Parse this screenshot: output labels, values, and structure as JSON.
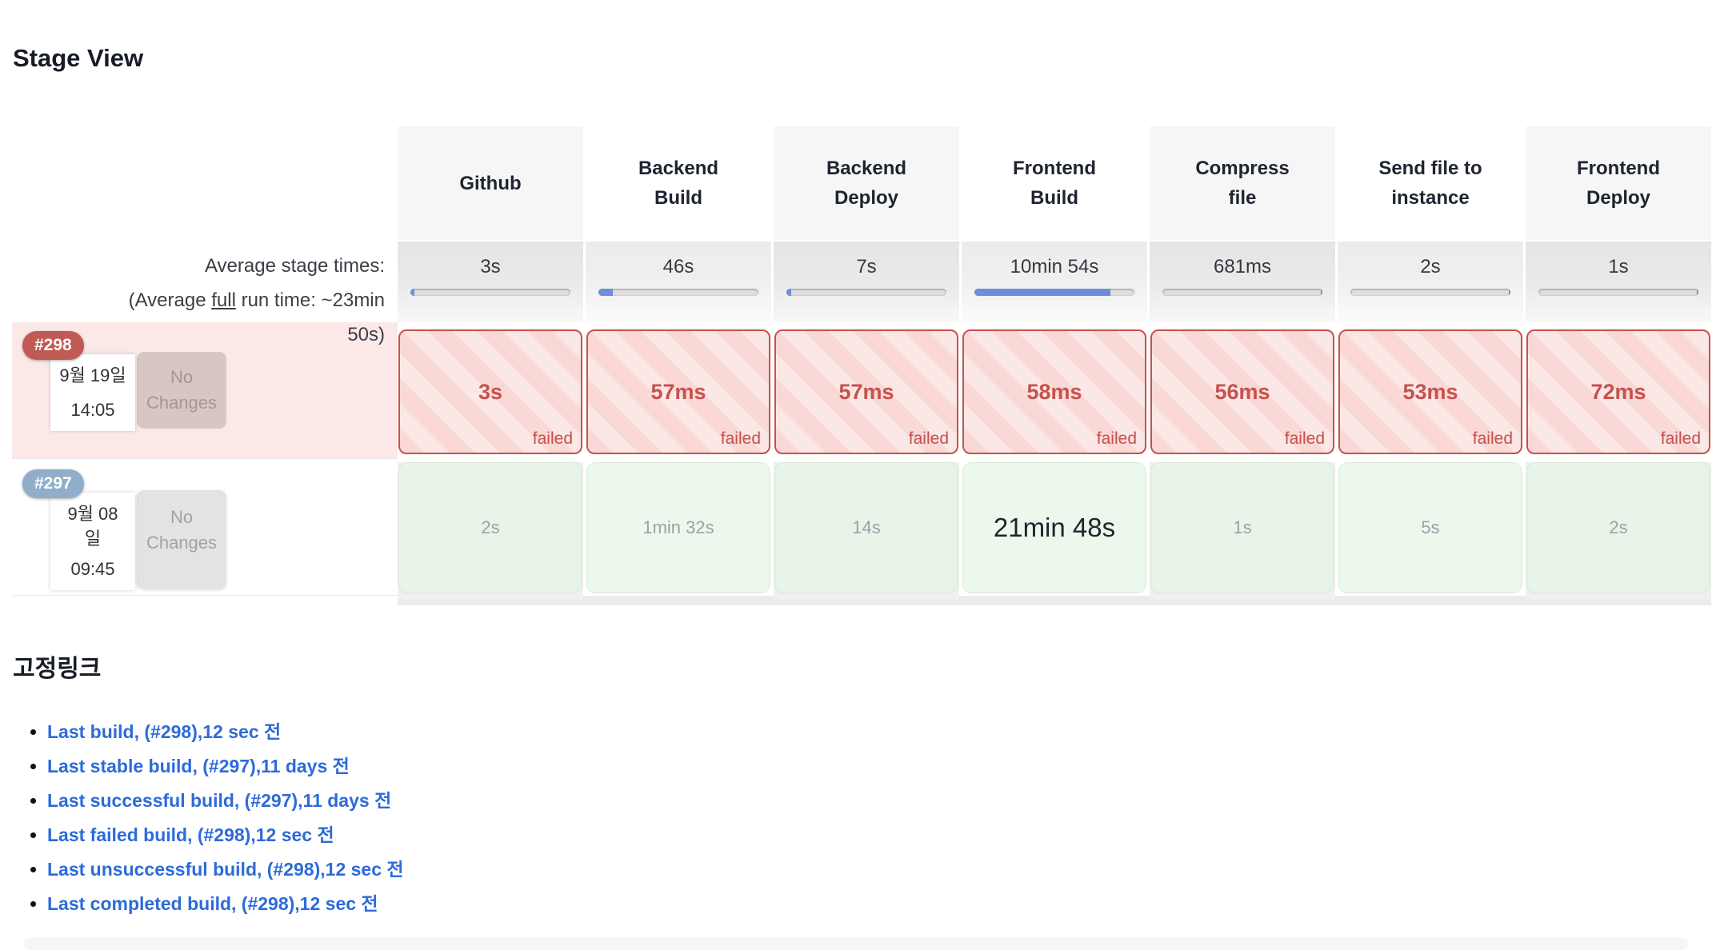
{
  "page": {
    "title": "Stage View"
  },
  "colors": {
    "failed_accent": "#c5524e",
    "failed_row_bg": "#fce9e7",
    "success_cell_bg": "#edf8ec",
    "badge_failed_bg": "#c05a55",
    "badge_success_bg": "#90aec9",
    "progress_blue": "#6d8ed9",
    "link_blue": "#2c6bd9"
  },
  "stage_table": {
    "columns": [
      {
        "lines": [
          "Github"
        ]
      },
      {
        "lines": [
          "Backend",
          "Build"
        ]
      },
      {
        "lines": [
          "Backend",
          "Deploy"
        ]
      },
      {
        "lines": [
          "Frontend",
          "Build"
        ]
      },
      {
        "lines": [
          "Compress",
          "file"
        ]
      },
      {
        "lines": [
          "Send file to",
          "instance"
        ]
      },
      {
        "lines": [
          "Frontend",
          "Deploy"
        ]
      }
    ],
    "average": {
      "caption_line1": "Average stage times:",
      "caption_line2_prefix": "(Average ",
      "caption_line2_underline": "full",
      "caption_line2_suffix": " run time: ~23min",
      "caption_line3": "50s)",
      "cells": [
        {
          "time": "3s",
          "progress_pct": 2.5,
          "progress_align": "left"
        },
        {
          "time": "46s",
          "progress_pct": 9,
          "progress_align": "left"
        },
        {
          "time": "7s",
          "progress_pct": 3,
          "progress_align": "left"
        },
        {
          "time": "10min 54s",
          "progress_pct": 85,
          "progress_align": "left"
        },
        {
          "time": "681ms",
          "progress_pct": 1,
          "progress_align": "right"
        },
        {
          "time": "2s",
          "progress_pct": 1,
          "progress_align": "right"
        },
        {
          "time": "1s",
          "progress_pct": 1,
          "progress_align": "right"
        }
      ]
    },
    "builds": [
      {
        "number": "#298",
        "status": "failed",
        "date_line1": "9월 19일",
        "date_line2": "",
        "time": "14:05",
        "changes_label": "No Changes",
        "cells": [
          {
            "value": "3s",
            "badge": "failed"
          },
          {
            "value": "57ms",
            "badge": "failed"
          },
          {
            "value": "57ms",
            "badge": "failed"
          },
          {
            "value": "58ms",
            "badge": "failed"
          },
          {
            "value": "56ms",
            "badge": "failed"
          },
          {
            "value": "53ms",
            "badge": "failed"
          },
          {
            "value": "72ms",
            "badge": "failed"
          }
        ]
      },
      {
        "number": "#297",
        "status": "success",
        "date_line1": "9월 08",
        "date_line2": "일",
        "time": "09:45",
        "changes_label": "No Changes",
        "cells": [
          {
            "value": "2s"
          },
          {
            "value": "1min 32s"
          },
          {
            "value": "14s"
          },
          {
            "value": "21min 48s",
            "emphasis": true
          },
          {
            "value": "1s"
          },
          {
            "value": "5s"
          },
          {
            "value": "2s"
          }
        ]
      }
    ]
  },
  "permalinks": {
    "title": "고정링크",
    "links": [
      {
        "label": "Last build, (#298),12 sec 전"
      },
      {
        "label": "Last stable build, (#297),11 days 전"
      },
      {
        "label": "Last successful build, (#297),11 days 전"
      },
      {
        "label": "Last failed build, (#298),12 sec 전"
      },
      {
        "label": "Last unsuccessful build, (#298),12 sec 전"
      },
      {
        "label": "Last completed build, (#298),12 sec 전"
      }
    ]
  }
}
